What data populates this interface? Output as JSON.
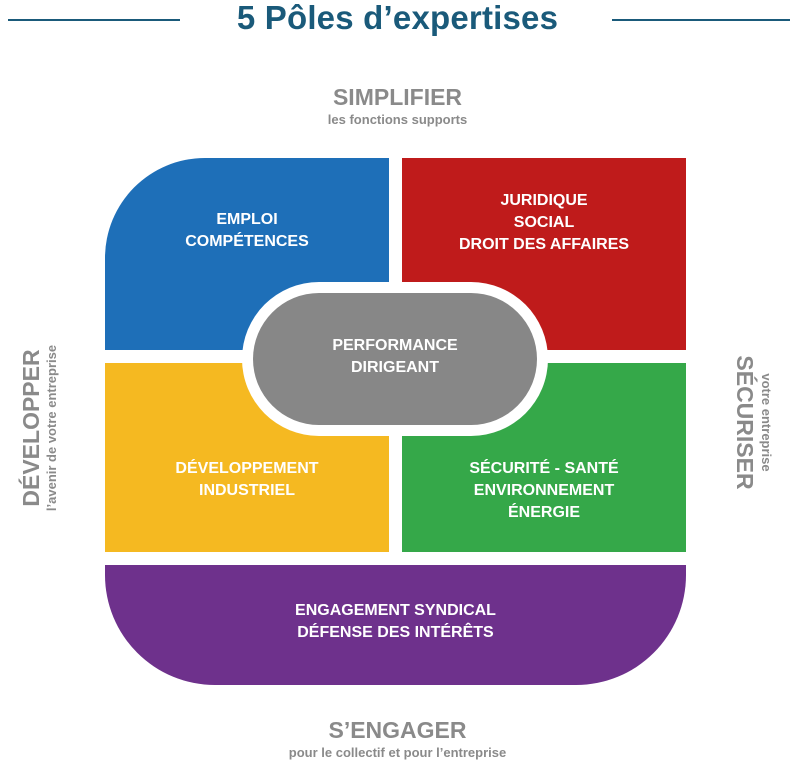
{
  "title": "5 Pôles d’expertises",
  "colors": {
    "title": "#1a5a7a",
    "labels": "#8a8a8a",
    "blue": "#1e6fb8",
    "red": "#bf1b1b",
    "yellow": "#f5b921",
    "green": "#35a849",
    "purple": "#6e318c",
    "center": "#878787"
  },
  "axes": {
    "top": {
      "title": "SIMPLIFIER",
      "subtitle": "les fonctions supports"
    },
    "left": {
      "title": "DÉVELOPPER",
      "subtitle": "l’avenir de votre entreprise"
    },
    "right": {
      "title": "SÉCURISER",
      "subtitle": "votre entreprise"
    },
    "bottom": {
      "title": "S’ENGAGER",
      "subtitle": "pour le collectif et pour l’entreprise"
    }
  },
  "blocks": {
    "blue": {
      "lines": [
        "EMPLOI",
        "COMPÉTENCES"
      ]
    },
    "red": {
      "lines": [
        "JURIDIQUE",
        "SOCIAL",
        "DROIT DES AFFAIRES"
      ]
    },
    "yellow": {
      "lines": [
        "DÉVELOPPEMENT",
        "INDUSTRIEL"
      ]
    },
    "green": {
      "lines": [
        "SÉCURITÉ - SANTÉ",
        "ENVIRONNEMENT",
        "ÉNERGIE"
      ]
    },
    "purple": {
      "lines": [
        "ENGAGEMENT SYNDICAL",
        "DÉFENSE DES INTÉRÊTS"
      ]
    },
    "center": {
      "lines": [
        "PERFORMANCE",
        "DIRIGEANT"
      ]
    }
  }
}
